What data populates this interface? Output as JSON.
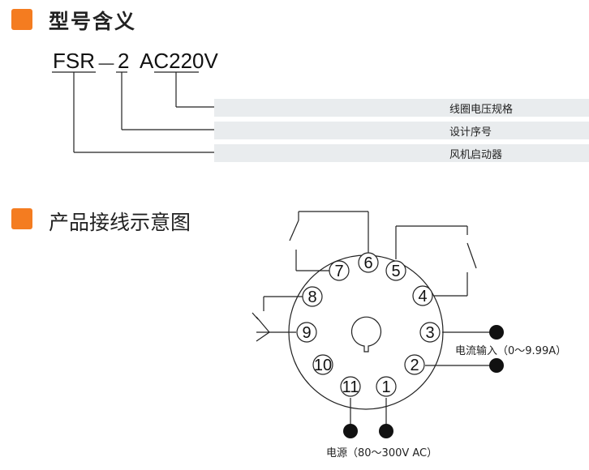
{
  "accent_color": "#f47c20",
  "section1": {
    "title": "型号含义",
    "model": {
      "part1": "FSR",
      "dash1": "－",
      "part2": "2",
      "part3": "AC220V"
    },
    "meanings": [
      "线圈电压规格",
      "设计序号",
      "风机启动器"
    ]
  },
  "section2": {
    "title": "产品接线示意图",
    "pins": [
      "1",
      "2",
      "3",
      "4",
      "5",
      "6",
      "7",
      "8",
      "9",
      "10",
      "11"
    ],
    "current_input_label": "电流输入（0～9.99A）",
    "power_label": "电源（80～300V AC）"
  }
}
